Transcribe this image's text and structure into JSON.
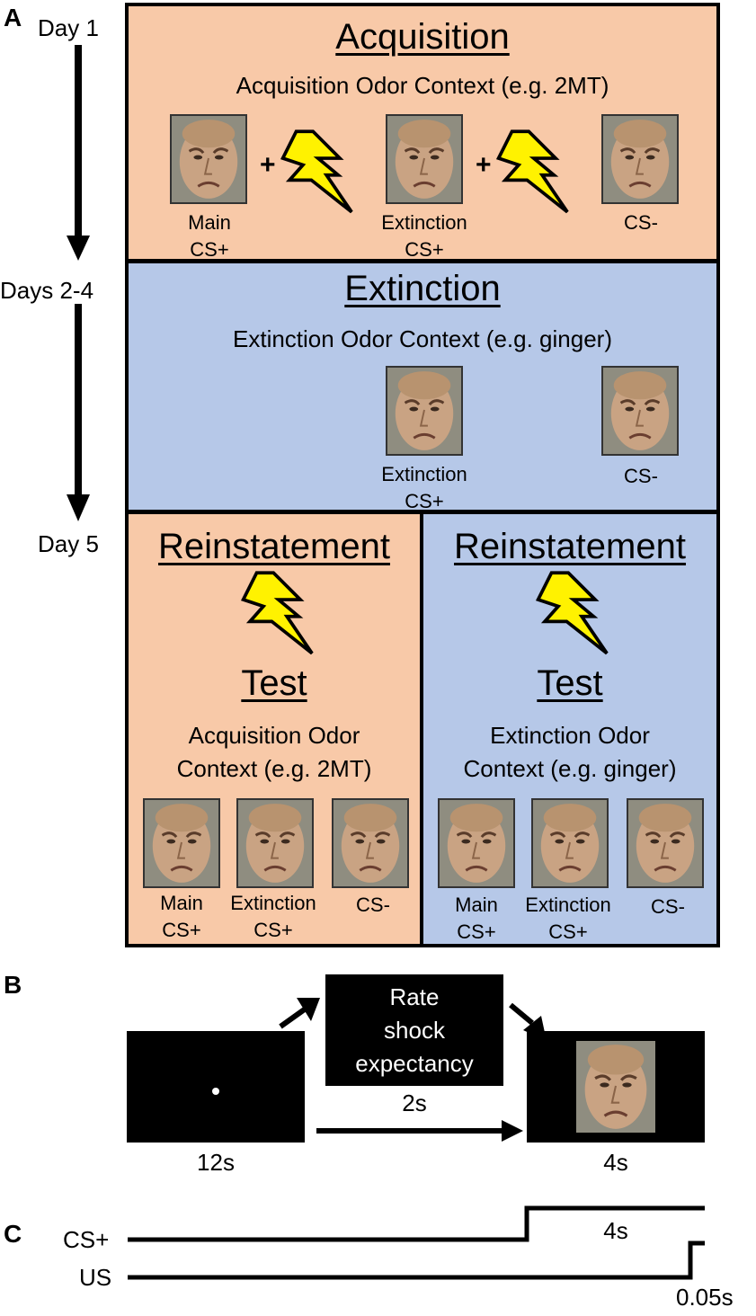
{
  "panel_a": {
    "letter": "A",
    "days": {
      "day1": "Day 1",
      "days2_4": "Days 2-4",
      "day5": "Day 5"
    },
    "acquisition": {
      "title": "Acquisition",
      "context": "Acquisition Odor Context (e.g. 2MT)",
      "plus": "+",
      "labels": {
        "main_l1": "Main",
        "main_l2": "CS+",
        "ext_l1": "Extinction",
        "ext_l2": "CS+",
        "csm": "CS-"
      }
    },
    "extinction": {
      "title": "Extinction",
      "context": "Extinction Odor Context (e.g. ginger)",
      "labels": {
        "ext_l1": "Extinction",
        "ext_l2": "CS+",
        "csm": "CS-"
      }
    },
    "reinstatement_left": {
      "title": "Reinstatement",
      "test": "Test",
      "context_l1": "Acquisition Odor",
      "context_l2": "Context (e.g. 2MT)",
      "labels": {
        "main_l1": "Main",
        "main_l2": "CS+",
        "ext_l1": "Extinction",
        "ext_l2": "CS+",
        "csm": "CS-"
      }
    },
    "reinstatement_right": {
      "title": "Reinstatement",
      "test": "Test",
      "context_l1": "Extinction Odor",
      "context_l2": "Context (e.g. ginger)",
      "labels": {
        "main_l1": "Main",
        "main_l2": "CS+",
        "ext_l1": "Extinction",
        "ext_l2": "CS+",
        "csm": "CS-"
      }
    }
  },
  "panel_b": {
    "letter": "B",
    "rate_l1": "Rate",
    "rate_l2": "shock",
    "rate_l3": "expectancy",
    "t_fix": "12s",
    "t_rate": "2s",
    "t_cs": "4s"
  },
  "panel_c": {
    "letter": "C",
    "cs_label": "CS+",
    "us_label": "US",
    "cs_duration": "4s",
    "us_duration": "0.05s"
  },
  "colors": {
    "peach": "#f8c9a8",
    "blue": "#b6c8e8",
    "bolt": "#fff200"
  }
}
